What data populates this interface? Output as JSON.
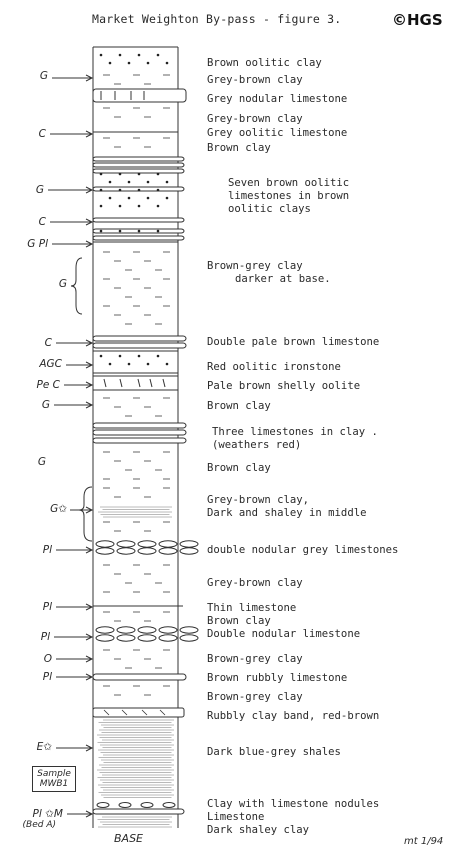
{
  "figure": {
    "title": "Market Weighton By-pass - figure 3.",
    "credit": "©HGS",
    "base_label": "BASE",
    "signature": "mt 1/94",
    "sample_box": [
      "Sample",
      "MWB1"
    ]
  },
  "beds": [
    {
      "id": "b01",
      "lines": [
        "Brown oolitic clay"
      ],
      "code": ""
    },
    {
      "id": "b02",
      "lines": [
        "Grey-brown clay"
      ],
      "code": "G"
    },
    {
      "id": "b03",
      "lines": [
        "Grey nodular limestone"
      ],
      "code": ""
    },
    {
      "id": "b04",
      "lines": [
        "Grey-brown clay"
      ],
      "code": ""
    },
    {
      "id": "b05",
      "lines": [
        "Grey oolitic limestone"
      ],
      "code": "C"
    },
    {
      "id": "b06",
      "lines": [
        "Brown clay"
      ],
      "code": ""
    },
    {
      "id": "b07",
      "lines": [
        "Seven brown oolitic",
        "limestones in brown",
        "oolitic clays"
      ],
      "code": "G"
    },
    {
      "id": "b07c",
      "lines": [],
      "code": "C"
    },
    {
      "id": "b07g",
      "lines": [],
      "code": "G Pl"
    },
    {
      "id": "b08",
      "lines": [
        "Brown-grey clay",
        "darker at base."
      ],
      "code": "G"
    },
    {
      "id": "b09",
      "lines": [
        "Double pale brown limestone"
      ],
      "code": "C"
    },
    {
      "id": "b10",
      "lines": [
        "Red oolitic ironstone"
      ],
      "code": "AGC"
    },
    {
      "id": "b11",
      "lines": [
        "Pale brown shelly oolite"
      ],
      "code": "Pe C"
    },
    {
      "id": "b12",
      "lines": [
        "Brown clay"
      ],
      "code": "G"
    },
    {
      "id": "b13",
      "lines": [
        "Three  limestones in clay .",
        "  (weathers red)"
      ],
      "code": ""
    },
    {
      "id": "b14",
      "lines": [
        "Brown clay"
      ],
      "code": "G"
    },
    {
      "id": "b15",
      "lines": [
        "Grey-brown clay,",
        "  Dark and shaley in middle"
      ],
      "code": "G✩"
    },
    {
      "id": "b16",
      "lines": [
        "double nodular grey limestones"
      ],
      "code": "Pl"
    },
    {
      "id": "b17",
      "lines": [
        "Grey-brown clay"
      ],
      "code": ""
    },
    {
      "id": "b18",
      "lines": [
        "Thin limestone"
      ],
      "code": "Pl"
    },
    {
      "id": "b19",
      "lines": [
        "Brown clay"
      ],
      "code": ""
    },
    {
      "id": "b20",
      "lines": [
        "Double nodular limestone"
      ],
      "code": "Pl"
    },
    {
      "id": "b21",
      "lines": [
        "Brown-grey clay"
      ],
      "code": "O"
    },
    {
      "id": "b22",
      "lines": [
        "Brown rubbly limestone"
      ],
      "code": "Pl"
    },
    {
      "id": "b23",
      "lines": [
        "Brown-grey clay"
      ],
      "code": ""
    },
    {
      "id": "b24",
      "lines": [
        "Rubbly clay band, red-brown"
      ],
      "code": ""
    },
    {
      "id": "b25",
      "lines": [
        "Dark blue-grey shales"
      ],
      "code": "E✩"
    },
    {
      "id": "b26",
      "lines": [
        "Clay with limestone nodules"
      ],
      "code": "Pl ✩M"
    },
    {
      "id": "b27",
      "lines": [
        "Limestone"
      ],
      "code": "(Bed A)"
    },
    {
      "id": "b28",
      "lines": [
        "Dark shaley clay"
      ],
      "code": ""
    }
  ]
}
